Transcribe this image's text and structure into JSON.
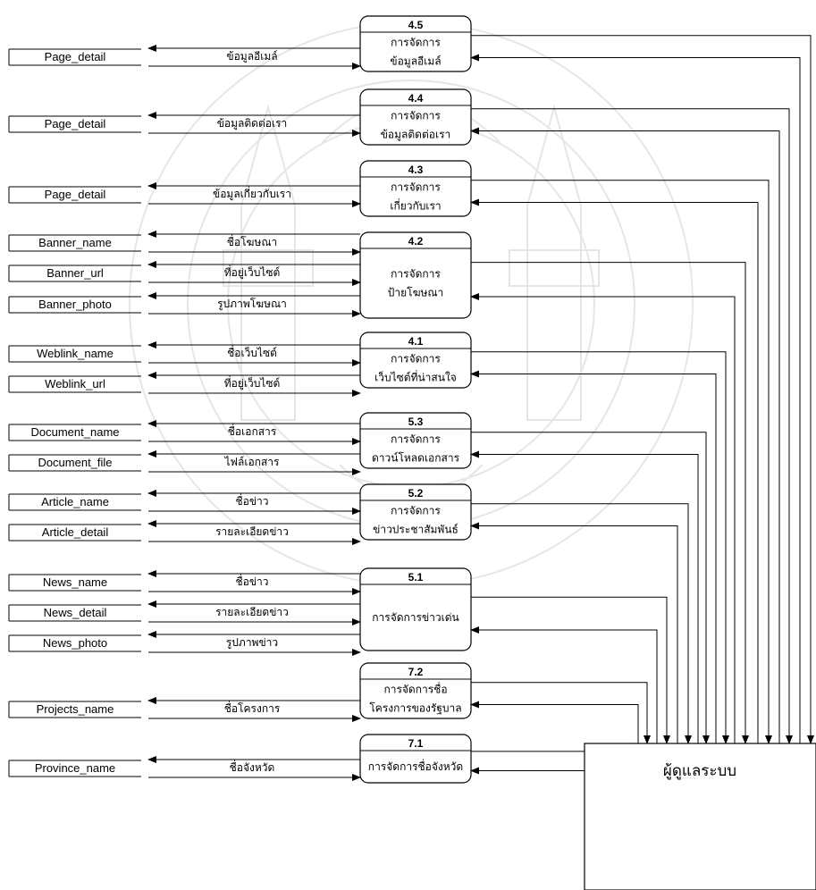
{
  "processes": [
    {
      "id": "4.5",
      "lines": [
        "การจัดการ",
        "ข้อมูลอีเมล์"
      ]
    },
    {
      "id": "4.4",
      "lines": [
        "การจัดการ",
        "ข้อมูลติดต่อเรา"
      ]
    },
    {
      "id": "4.3",
      "lines": [
        "การจัดการ",
        "เกี่ยวกับเรา"
      ]
    },
    {
      "id": "4.2",
      "lines": [
        "การจัดการ",
        "ป้ายโฆษณา"
      ]
    },
    {
      "id": "4.1",
      "lines": [
        "การจัดการ",
        "เว็บไซต์ที่น่าสนใจ"
      ]
    },
    {
      "id": "5.3",
      "lines": [
        "การจัดการ",
        "ดาวน์โหลดเอกสาร"
      ]
    },
    {
      "id": "5.2",
      "lines": [
        "การจัดการ",
        "ข่าวประชาสัมพันธ์"
      ]
    },
    {
      "id": "5.1",
      "lines": [
        "การจัดการข่าวเด่น"
      ]
    },
    {
      "id": "7.2",
      "lines": [
        "การจัดการชื่อ",
        "โครงการของรัฐบาล"
      ]
    },
    {
      "id": "7.1",
      "lines": [
        "การจัดการชื่อจังหวัด"
      ]
    }
  ],
  "stores": [
    {
      "name": "Page_detail",
      "flow": "ข้อมูลอีเมล์"
    },
    {
      "name": "Page_detail",
      "flow": "ข้อมูลติดต่อเรา"
    },
    {
      "name": "Page_detail",
      "flow": "ข้อมูลเกี่ยวกับเรา"
    },
    {
      "name": "Banner_name",
      "flow": "ชื่อโฆษณา"
    },
    {
      "name": "Banner_url",
      "flow": "ที่อยู่เว็บไซต์"
    },
    {
      "name": "Banner_photo",
      "flow": "รูปภาพโฆษณา"
    },
    {
      "name": "Weblink_name",
      "flow": "ชื่อเว็บไซต์"
    },
    {
      "name": "Weblink_url",
      "flow": "ที่อยู่เว็บไซต์"
    },
    {
      "name": "Document_name",
      "flow": "ชื่อเอกสาร"
    },
    {
      "name": "Document_file",
      "flow": "ไฟล์เอกสาร"
    },
    {
      "name": "Article_name",
      "flow": "ชื่อข่าว"
    },
    {
      "name": "Article_detail",
      "flow": "รายละเอียดข่าว"
    },
    {
      "name": "News_name",
      "flow": "ชื่อข่าว"
    },
    {
      "name": "News_detail",
      "flow": "รายละเอียดข่าว"
    },
    {
      "name": "News_photo",
      "flow": "รูปภาพข่าว"
    },
    {
      "name": "Projects_name",
      "flow": "ชื่อโครงการ"
    },
    {
      "name": "Province_name",
      "flow": "ชื่อจังหวัด"
    }
  ],
  "admin": {
    "label": "ผู้ดูแลระบบ"
  }
}
